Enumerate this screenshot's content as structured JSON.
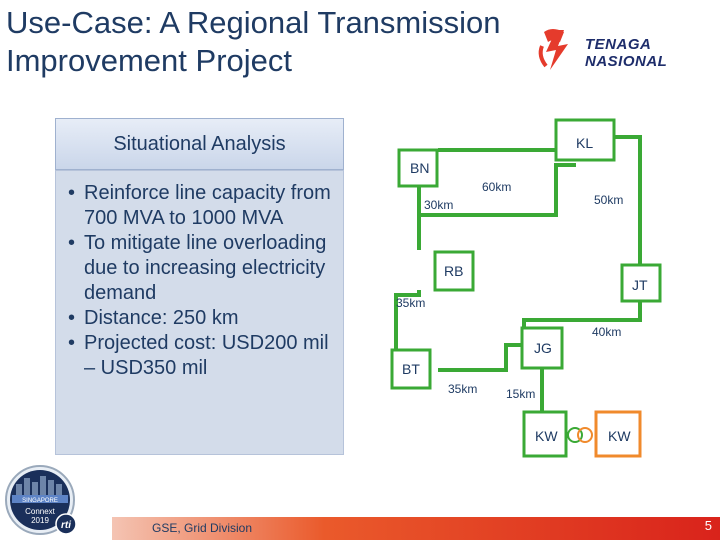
{
  "slide": {
    "title_line1": "Use-Case: A Regional Transmission",
    "title_line2": "Improvement Project"
  },
  "logo": {
    "line1": "TENAGA",
    "line2": "NASIONAL"
  },
  "panel": {
    "heading": "Situational Analysis",
    "bullets": [
      "Reinforce line capacity from 700 MVA to 1000 MVA",
      "To mitigate line overloading due to increasing electricity demand",
      "Distance: 250 km",
      "Projected cost: USD200 mil – USD350 mil"
    ]
  },
  "network": {
    "nodes": [
      "KL",
      "BN",
      "RB",
      "JT",
      "JG",
      "BT",
      "KW",
      "KW"
    ],
    "links": [
      "60km",
      "30km",
      "50km",
      "35km",
      "40km",
      "35km",
      "15km"
    ]
  },
  "badge": {
    "line1": "SINGAPORE",
    "line2": "Connext",
    "line3": "2019",
    "brand": "rti"
  },
  "footer": {
    "text": "GSE, Grid Division",
    "page": "5"
  },
  "colors": {
    "node_green": "#3aa935",
    "node_orange": "#f08a2c",
    "title": "#1f3b63",
    "footer_red": "#d9231b"
  }
}
